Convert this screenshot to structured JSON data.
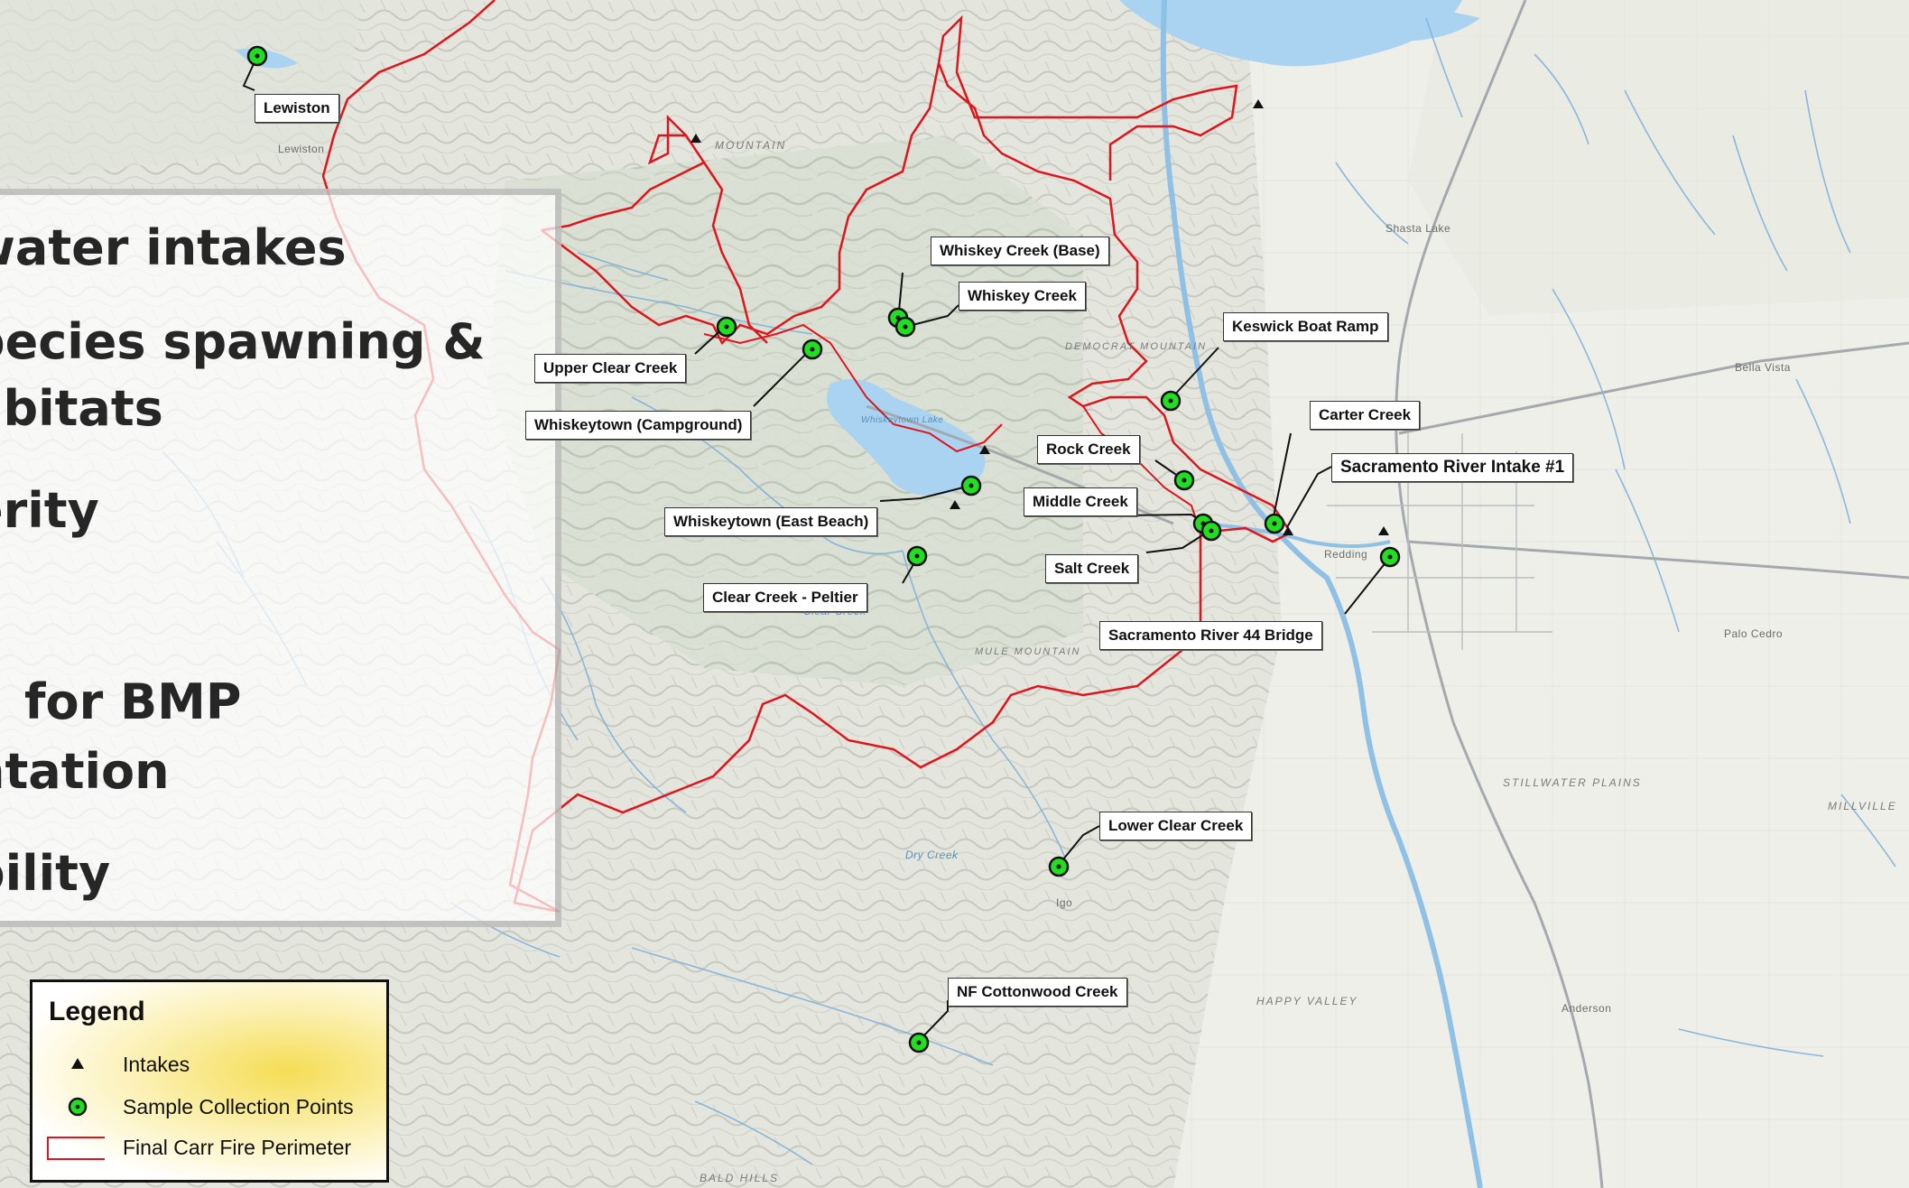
{
  "overlay": {
    "bullets": [
      "water intakes",
      "pecies spawning &",
      "abitats",
      "erity",
      "for BMP",
      "ntation",
      "bility"
    ]
  },
  "legend": {
    "title": "Legend",
    "items": [
      {
        "label": "Intakes",
        "symbol": "triangle-icon"
      },
      {
        "label": "Sample Collection Points",
        "symbol": "green-circle-icon"
      },
      {
        "label": "Final Carr Fire Perimeter",
        "symbol": "red-outline-box-icon"
      }
    ]
  },
  "samples": [
    {
      "name": "Lewiston"
    },
    {
      "name": "Upper Clear Creek"
    },
    {
      "name": "Whiskeytown (Campground)"
    },
    {
      "name": "Whiskey Creek (Base)"
    },
    {
      "name": "Whiskey Creek"
    },
    {
      "name": "Whiskeytown (East Beach)"
    },
    {
      "name": "Clear Creek - Peltier"
    },
    {
      "name": "Keswick Boat Ramp"
    },
    {
      "name": "Carter Creek"
    },
    {
      "name": "Sacramento River Intake #1"
    },
    {
      "name": "Rock Creek"
    },
    {
      "name": "Middle Creek"
    },
    {
      "name": "Salt Creek"
    },
    {
      "name": "Sacramento River 44 Bridge"
    },
    {
      "name": "Lower Clear Creek"
    },
    {
      "name": "NF Cottonwood Creek"
    }
  ],
  "places": [
    "Lewiston",
    "MOUNTAIN",
    "Shasta Lake",
    "MULE MOUNTAIN",
    "Redding",
    "STILLWATER PLAINS",
    "HAPPY VALLEY",
    "Anderson",
    "BALD HILLS",
    "Bella Vista",
    "MILLVILLE",
    "Palo Cedro",
    "Whiskeytown Lake",
    "DEMOCRAT MOUNTAIN",
    "Dry Creek",
    "Clear Creek",
    "Igo"
  ],
  "colors": {
    "perimeter": "#e0141c",
    "sample_fill": "#22dd22",
    "water": "#a9d3f0",
    "road": "#9aa0a6"
  }
}
